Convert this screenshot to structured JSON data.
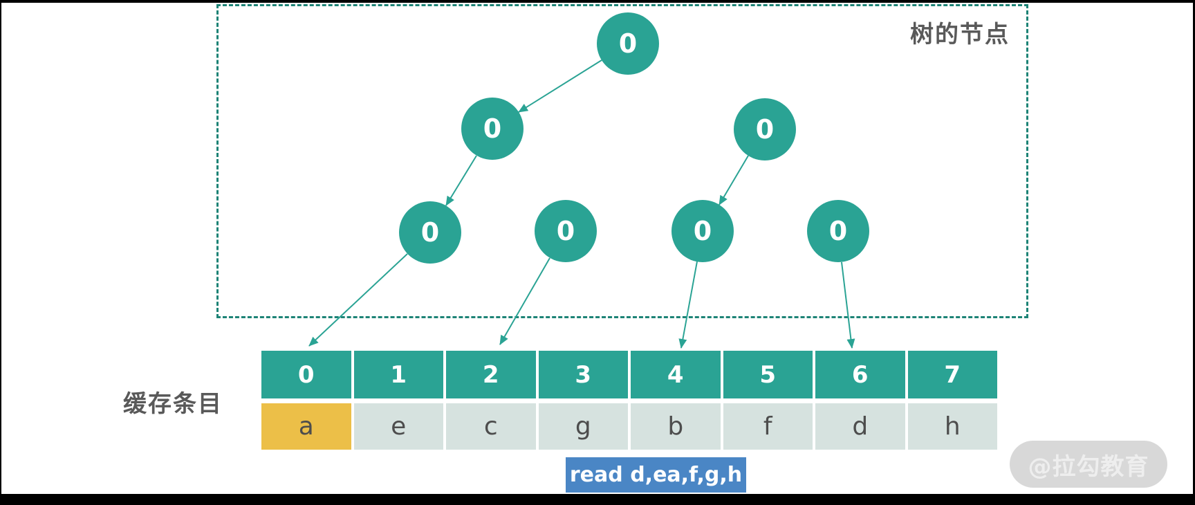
{
  "slide": {
    "tree_box_label": "树的节点",
    "cache_label": "缓存条目",
    "read_command": "read d,ea,f,g,h",
    "watermark": "@拉勾教育"
  },
  "tree": {
    "nodes": [
      {
        "id": "root",
        "label": "0"
      },
      {
        "id": "left-child",
        "label": "0"
      },
      {
        "id": "right-child",
        "label": "0"
      },
      {
        "id": "leaf-1",
        "label": "0"
      },
      {
        "id": "leaf-2",
        "label": "0"
      },
      {
        "id": "leaf-3",
        "label": "0"
      },
      {
        "id": "leaf-4",
        "label": "0"
      }
    ]
  },
  "cache_table": {
    "indices": [
      "0",
      "1",
      "2",
      "3",
      "4",
      "5",
      "6",
      "7"
    ],
    "entries": [
      "a",
      "e",
      "c",
      "g",
      "b",
      "f",
      "d",
      "h"
    ],
    "highlighted_entry_index": 0
  },
  "colors": {
    "teal": "#2aa394",
    "dashed_border_teal": "#1d8376",
    "light_cell": "#d6e2df",
    "highlight_yellow": "#ecbf48",
    "read_box_blue": "#4a86c5",
    "label_gray": "#595959",
    "watermark_gray": "#d8d8d8"
  }
}
